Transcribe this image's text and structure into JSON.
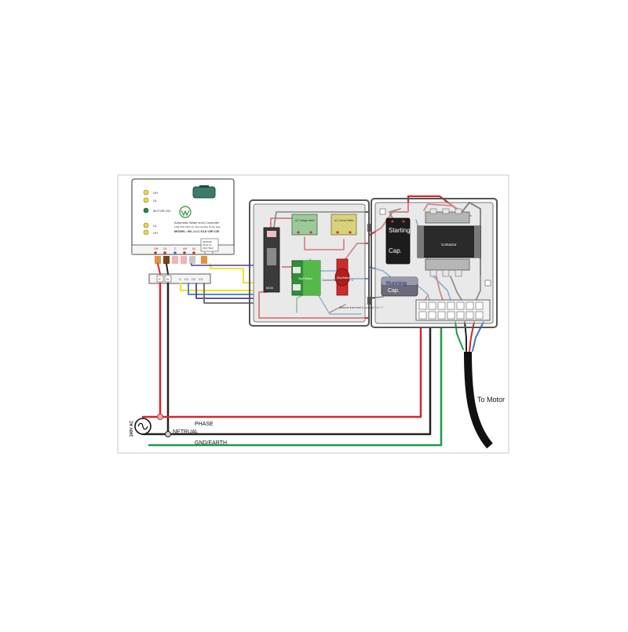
{
  "controller": {
    "title": "Automatic Water level Controller",
    "subtitle": "FOR 1PH 240V AC Submersible Pump Sets",
    "model": "MODEL: WL-LLC-S1A V3P-CB",
    "leds": [
      {
        "label": "OH",
        "color": "#e9d84a"
      },
      {
        "label": "OL",
        "color": "#e9d84a"
      },
      {
        "label": "MOTOR ON",
        "color": "#1f8f4a"
      },
      {
        "label": "UL",
        "color": "#e9d84a"
      },
      {
        "label": "UH",
        "color": "#e9d84a"
      }
    ],
    "terminal_labels": [
      "OH",
      "OL",
      "C",
      "UH",
      "UL"
    ],
    "sensor_note_line1": "SENSOR",
    "sensor_note_line2": "WITH AC",
    "sensor_note_line3": "240V 50Hz",
    "sensor_pins": [
      "N",
      "P"
    ],
    "input_block": [
      "P",
      "N",
      "C",
      "C1",
      "C2",
      "C3"
    ]
  },
  "left_box": {
    "voltage_meter": "AC Voltage Meter",
    "current_meter": "AC Current Meter",
    "mcb": "MCB",
    "start_button": "Start Button",
    "stop_button": "Stop Button",
    "note1": "Connect this point From 'C'",
    "note2": "Remove from here & connect With 'N'"
  },
  "right_box": {
    "starting_cap_line1": "Starting",
    "starting_cap_line2": "Cap.",
    "contactor": "Contactor",
    "running_cap_line1": "Running",
    "running_cap_line2": "Cap."
  },
  "supply": {
    "voltage": "240V AC",
    "phase": "PHASE",
    "neutral": "NETRUAL",
    "earth": "GND/EARTH"
  },
  "motor": {
    "label": "To Motor"
  },
  "colors": {
    "phase": "#d6262b",
    "neutral": "#222222",
    "earth": "#1d9a4a",
    "blue": "#2f7fc9",
    "yellow": "#f2e230",
    "purple": "#5a3c8e",
    "box_fill": "#d7d7d7",
    "box_stroke": "#555555"
  }
}
